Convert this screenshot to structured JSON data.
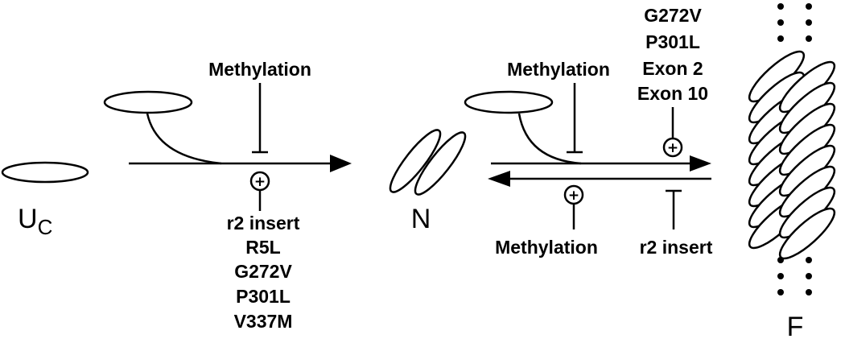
{
  "diagram": {
    "states": {
      "uc": {
        "main": "U",
        "sub": "C"
      },
      "n": "N",
      "f": "F"
    },
    "step1": {
      "inhibitor": "Methylation",
      "promoters": [
        "r2 insert",
        "R5L",
        "G272V",
        "P301L",
        "V337M"
      ]
    },
    "step2": {
      "forward_inhibitor": "Methylation",
      "forward_promoters": [
        "G272V",
        "P301L",
        "Exon 2",
        "Exon 10"
      ],
      "reverse_promoter": "Methylation",
      "reverse_inhibitor": "r2 insert"
    },
    "plus_symbol": "+"
  }
}
